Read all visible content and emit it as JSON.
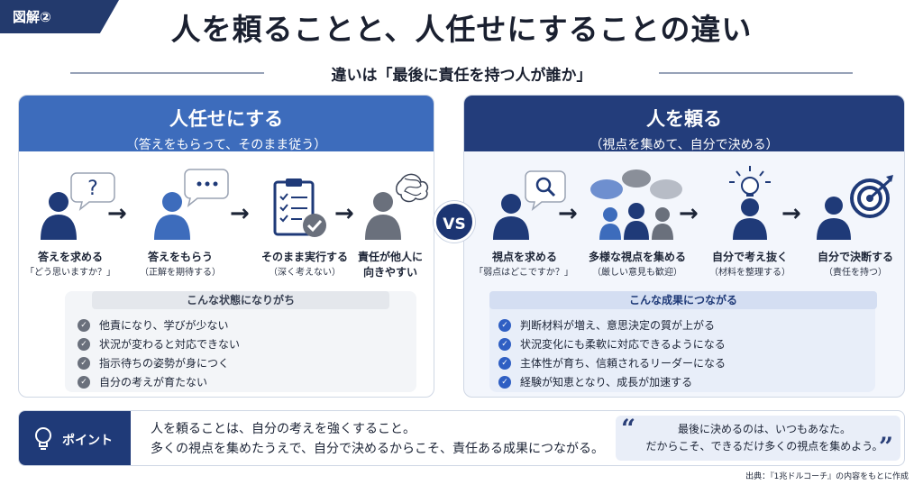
{
  "badge": "図解②",
  "title": "人を頼ることと、人任せにすることの違い",
  "subtitle": "違いは「最後に責任を持つ人が誰か」",
  "vs": "VS",
  "left": {
    "title": "人任せにする",
    "subtitle": "（答えをもらって、そのまま従う）",
    "steps": [
      {
        "label": "答えを求める",
        "sub": "「どう思いますか？」",
        "icon": "person-question-icon"
      },
      {
        "label": "答えをもらう",
        "sub": "（正解を期待する）",
        "icon": "person-dots-bubble-icon"
      },
      {
        "label": "そのまま実行する",
        "sub": "（深く考えない）",
        "icon": "clipboard-check-icon"
      },
      {
        "label": "責任が他人に向きやすい",
        "label_line1": "責任が他人に",
        "label_line2": "向きやすい",
        "sub": "",
        "icon": "person-tangled-thought-icon"
      }
    ],
    "list_heading": "こんな状態になりがち",
    "list": [
      "他責になり、学びが少ない",
      "状況が変わると対応できない",
      "指示待ちの姿勢が身につく",
      "自分の考えが育たない"
    ]
  },
  "right": {
    "title": "人を頼る",
    "subtitle": "（視点を集めて、自分で決める）",
    "steps": [
      {
        "label": "視点を求める",
        "sub": "「弱点はどこですか？」",
        "icon": "person-magnifier-icon"
      },
      {
        "label": "多様な視点を集める",
        "sub": "（厳しい意見も歓迎）",
        "icon": "group-speech-bubbles-icon"
      },
      {
        "label": "自分で考え抜く",
        "sub": "（材料を整理する）",
        "icon": "person-lightbulb-icon"
      },
      {
        "label": "自分で決断する",
        "sub": "（責任を持つ）",
        "icon": "person-target-icon"
      }
    ],
    "list_heading": "こんな成果につながる",
    "list": [
      "判断材料が増え、意思決定の質が上がる",
      "状況変化にも柔軟に対応できるようになる",
      "主体性が育ち、信頼されるリーダーになる",
      "経験が知恵となり、成長が加速する"
    ]
  },
  "point": {
    "label": "ポイント",
    "line1": "人を頼ることは、自分の考えを強くすること。",
    "line2": "多くの視点を集めたうえで、自分で決めるからこそ、責任ある成果につながる。",
    "quote_line1": "最後に決めるのは、いつもあなた。",
    "quote_line2": "だからこそ、できるだけ多くの視点を集めよう。"
  },
  "source": "出典：『1兆ドルコーチ』の内容をもとに作成",
  "colors": {
    "navy": "#233a6d",
    "left_header": "#3d6cbc",
    "right_header": "#233d7b",
    "check_blue": "#2f5fc3"
  }
}
